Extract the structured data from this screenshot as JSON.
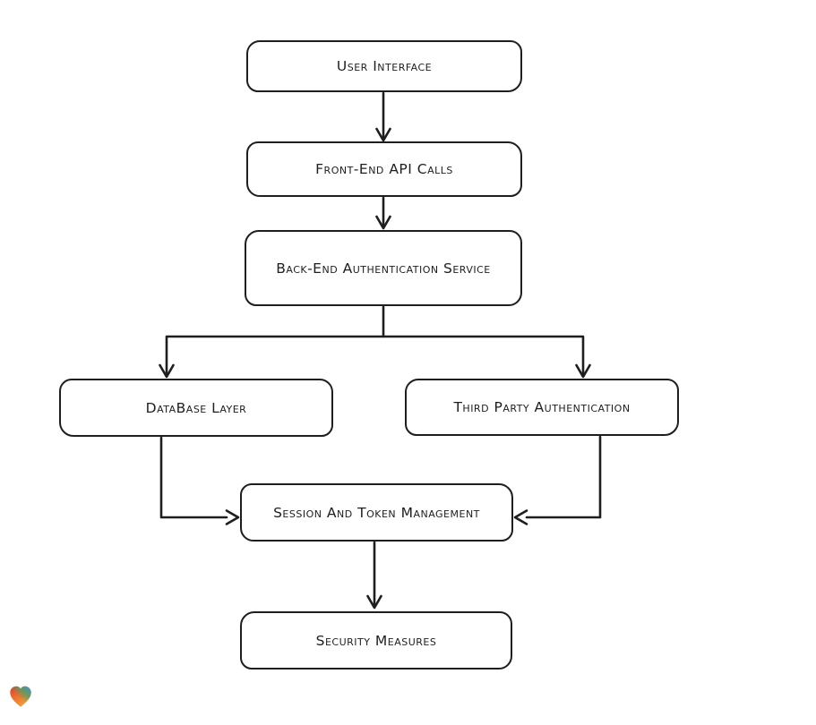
{
  "diagram": {
    "type": "flowchart",
    "background": "#ffffff",
    "stroke_color": "#1e1e1e",
    "nodes": [
      {
        "id": "user-interface",
        "label": "User Interface"
      },
      {
        "id": "front-end-api-calls",
        "label": "Front-End API Calls"
      },
      {
        "id": "back-end-auth-service",
        "label": "Back-End Authentication Service"
      },
      {
        "id": "database-layer",
        "label": "DataBase Layer"
      },
      {
        "id": "third-party-auth",
        "label": "Third Party Authentication"
      },
      {
        "id": "session-token-management",
        "label": "Session And Token Management"
      },
      {
        "id": "security-measures",
        "label": "Security Measures"
      }
    ],
    "edges": [
      {
        "from": "user-interface",
        "to": "front-end-api-calls"
      },
      {
        "from": "front-end-api-calls",
        "to": "back-end-auth-service"
      },
      {
        "from": "back-end-auth-service",
        "to": "database-layer"
      },
      {
        "from": "back-end-auth-service",
        "to": "third-party-auth"
      },
      {
        "from": "database-layer",
        "to": "session-token-management"
      },
      {
        "from": "third-party-auth",
        "to": "session-token-management"
      },
      {
        "from": "session-token-management",
        "to": "security-measures"
      }
    ],
    "logo": {
      "name": "gradient-heart-logo",
      "colors": [
        "#e0392e",
        "#3a93dd",
        "#45a36a",
        "#f09a38"
      ]
    }
  }
}
